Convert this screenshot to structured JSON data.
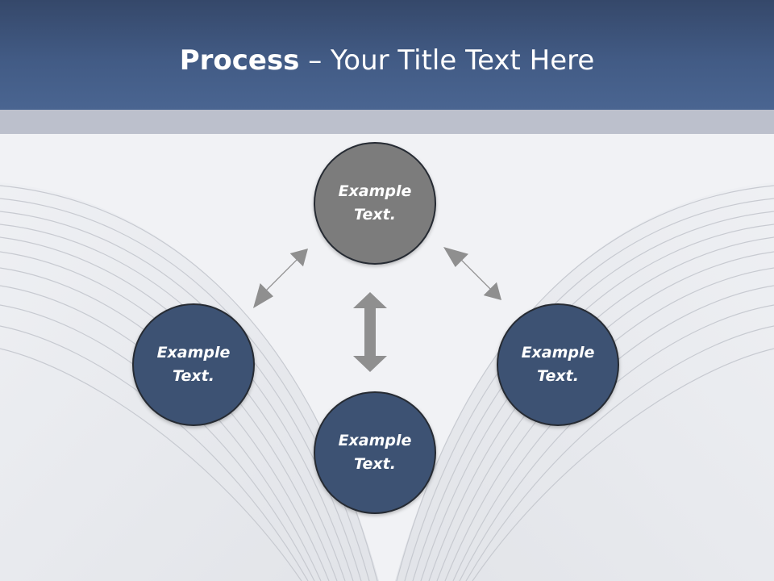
{
  "title": {
    "bold": "Process",
    "rest": " – Your Title Text Here"
  },
  "nodes": [
    {
      "line1": "Example",
      "line2": "Text.",
      "fill": "#7c7c7c"
    },
    {
      "line1": "Example",
      "line2": "Text.",
      "fill": "#3d5273"
    },
    {
      "line1": "Example",
      "line2": "Text.",
      "fill": "#3d5273"
    },
    {
      "line1": "Example",
      "line2": "Text.",
      "fill": "#3d5273"
    }
  ],
  "colors": {
    "header": "#425b85",
    "band": "#bcc0cc",
    "arrow": "#8f8f8f"
  }
}
